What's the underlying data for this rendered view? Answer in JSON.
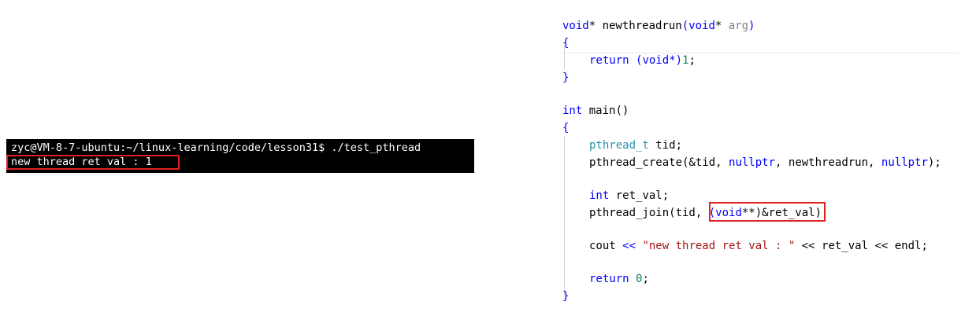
{
  "terminal": {
    "prompt_line": "zyc@VM-8-7-ubuntu:~/linux-learning/code/lesson31$ ./test_pthread",
    "output_line": "new thread ret val : 1"
  },
  "code": {
    "line1": {
      "kw": "void",
      "op": "* ",
      "fn": "newthreadrun",
      "open": "(",
      "kw2": "void",
      "op2": "* ",
      "param": "arg",
      "close": ")"
    },
    "line2": "{",
    "line3": {
      "kw": "return",
      "sp": " (",
      "kw2": "void",
      "rest": "*)",
      "num": "1",
      "end": ";"
    },
    "line4": "}",
    "line5": {
      "kw": "int",
      "fn": " main()"
    },
    "line6": "{",
    "line7": {
      "type": "pthread_t",
      "rest": " tid;"
    },
    "line8": {
      "fn": "pthread_create(&tid, ",
      "kw": "nullptr",
      "mid": ", newthreadrun, ",
      "kw2": "nullptr",
      "end": ");"
    },
    "line9": {
      "kw": "int",
      "rest": " ret_val;"
    },
    "line10": {
      "fn": "pthread_join(tid, ",
      "open": "(",
      "kw": "void",
      "mid": "**)&ret_val",
      "end": ");"
    },
    "line11": {
      "kw": "cout",
      "op1": " << ",
      "str": "\"new thread ret val : \"",
      "op2": " << ret_val << endl;"
    },
    "line12": {
      "kw": "return",
      "sp": " ",
      "num": "0",
      "end": ";"
    },
    "line13": "}"
  }
}
